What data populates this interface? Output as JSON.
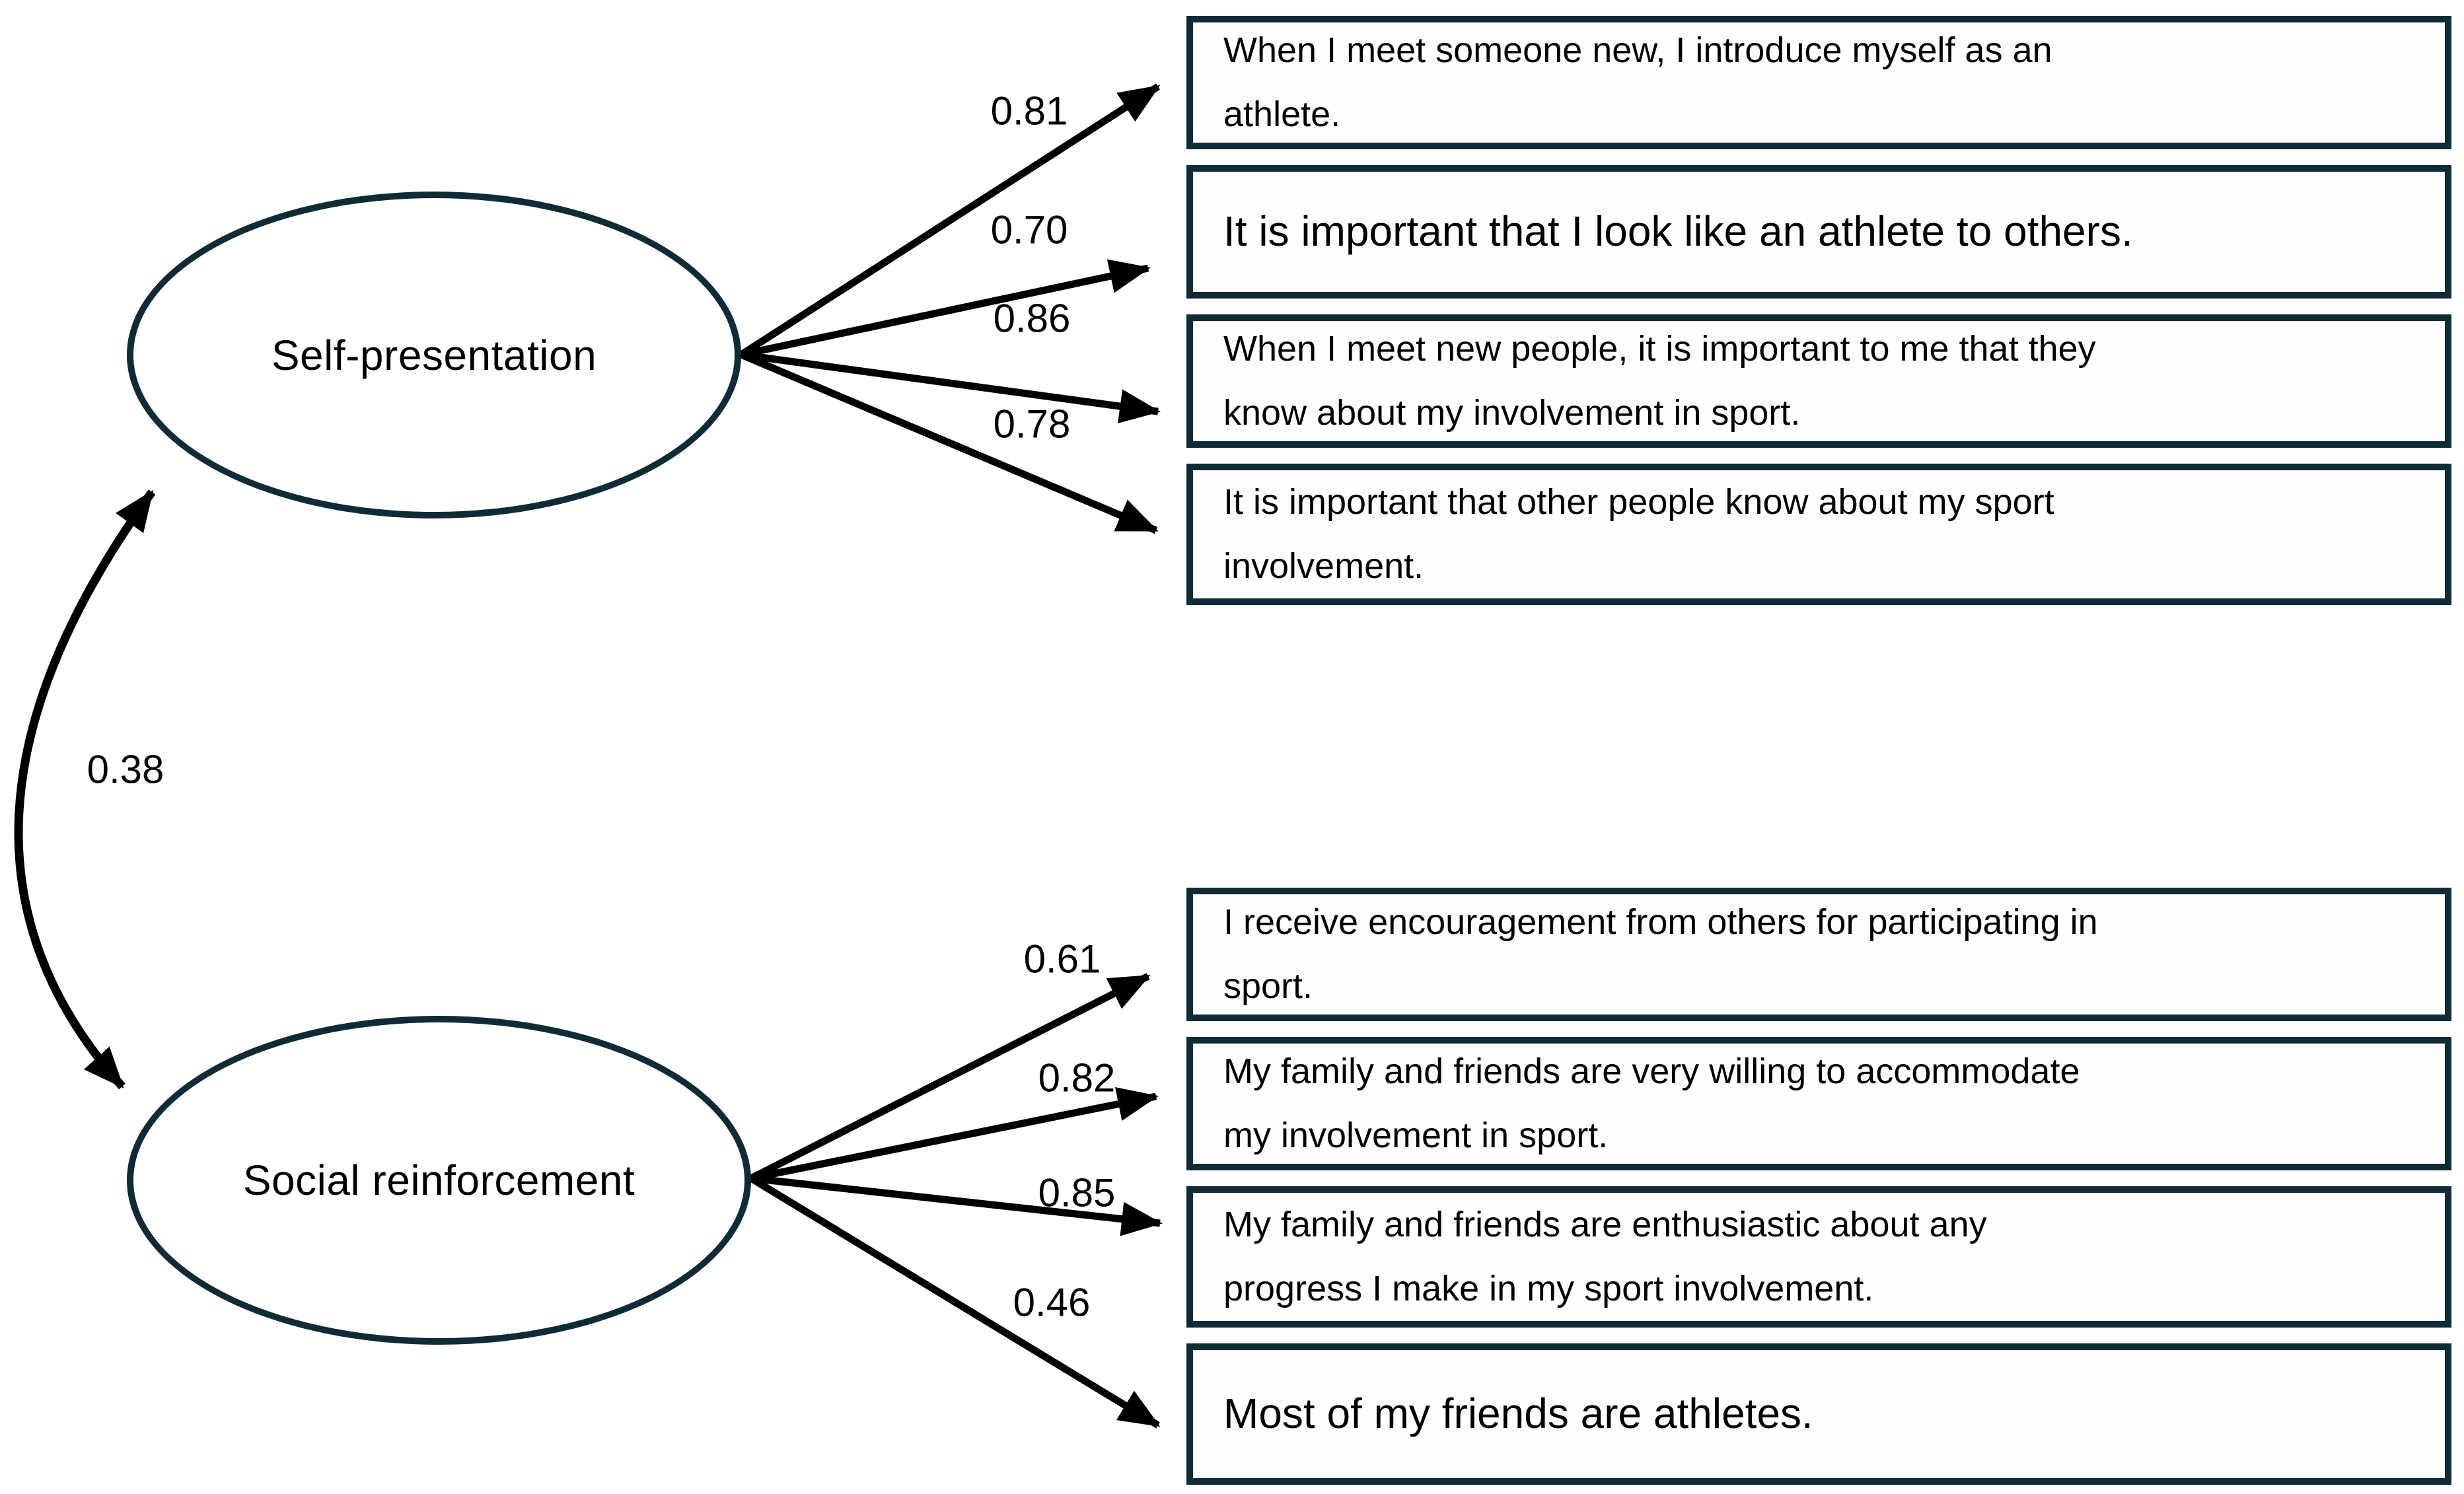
{
  "diagram": {
    "correlation": {
      "value": "0.38"
    },
    "factors": [
      {
        "name": "Self-presentation",
        "indicators": [
          {
            "loading": "0.81",
            "text": "When I meet someone new, I introduce myself as an\nathlete."
          },
          {
            "loading": "0.70",
            "text": "It is important that I look like an athlete to others."
          },
          {
            "loading": "0.86",
            "text": "When I meet new people, it is important to me that they\nknow about my involvement in sport."
          },
          {
            "loading": "0.78",
            "text": "It is important that other people know about my sport\ninvolvement."
          }
        ]
      },
      {
        "name": "Social reinforcement",
        "indicators": [
          {
            "loading": "0.61",
            "text": "I receive encouragement from others for participating in\nsport."
          },
          {
            "loading": "0.82",
            "text": "My family and friends are very willing to accommodate\nmy involvement in sport."
          },
          {
            "loading": "0.85",
            "text": "My family and friends are enthusiastic about any\nprogress I make in my sport involvement."
          },
          {
            "loading": "0.46",
            "text": "Most of my friends are athletes."
          }
        ]
      }
    ],
    "colors": {
      "outline": "#0f2b36",
      "arrow": "#000000",
      "background": "#ffffff"
    }
  }
}
